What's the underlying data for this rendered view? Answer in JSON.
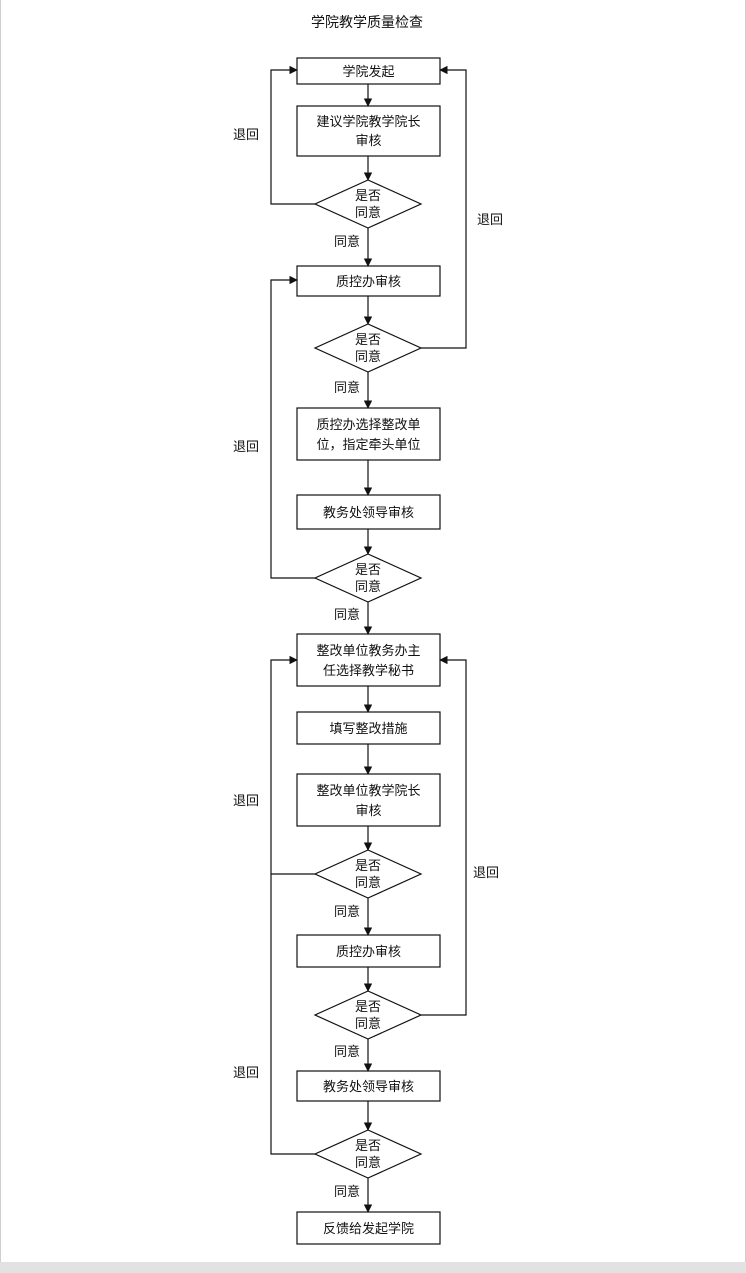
{
  "title": "学院教学质量检查",
  "processes": [
    {
      "lines": [
        "学院发起"
      ]
    },
    {
      "lines": [
        "建议学院教学院长",
        "审核"
      ]
    },
    {
      "lines": [
        "质控办审核"
      ]
    },
    {
      "lines": [
        "质控办选择整改单",
        "位，指定牵头单位"
      ]
    },
    {
      "lines": [
        "教务处领导审核"
      ]
    },
    {
      "lines": [
        "整改单位教务办主",
        "任选择教学秘书"
      ]
    },
    {
      "lines": [
        "填写整改措施"
      ]
    },
    {
      "lines": [
        "整改单位教学院长",
        "审核"
      ]
    },
    {
      "lines": [
        "质控办审核"
      ]
    },
    {
      "lines": [
        "教务处领导审核"
      ]
    },
    {
      "lines": [
        "反馈给发起学院"
      ]
    }
  ],
  "decision": {
    "line1": "是否",
    "line2": "同意"
  },
  "edge_labels": {
    "agree": "同意",
    "reject": "退回"
  }
}
